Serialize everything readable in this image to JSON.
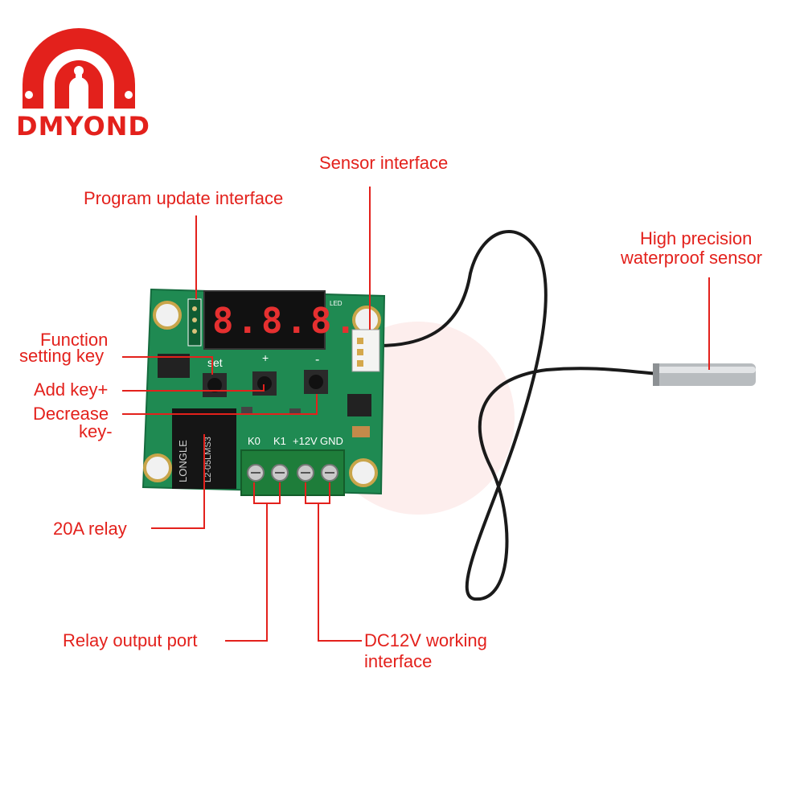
{
  "brand": {
    "name": "DMYOND"
  },
  "callouts": {
    "sensor_interface": "Sensor interface",
    "program_update": "Program update interface",
    "high_precision_line1": "High precision",
    "high_precision_line2": "waterproof sensor",
    "function_key_line1": "Function",
    "function_key_line2": "setting key",
    "add_key": "Add key+",
    "decrease_key_line1": "Decrease",
    "decrease_key_line2": "key-",
    "relay": "20A relay",
    "relay_output": "Relay output port",
    "dc12v_line1": "DC12V working",
    "dc12v_line2": "interface"
  },
  "board": {
    "display_digits": "8.8.8.",
    "button_labels": [
      "set",
      "+",
      "-"
    ],
    "terminal_labels": [
      "K0",
      "K1",
      "+12V",
      "GND"
    ],
    "relay_text": [
      "LONGLE",
      "L2-05LMS3"
    ],
    "led_label": "LED"
  },
  "colors": {
    "accent": "#e3211c",
    "pcb": "#1f8a52",
    "display": "#1a1a1a",
    "terminal": "#1e7d3a"
  }
}
